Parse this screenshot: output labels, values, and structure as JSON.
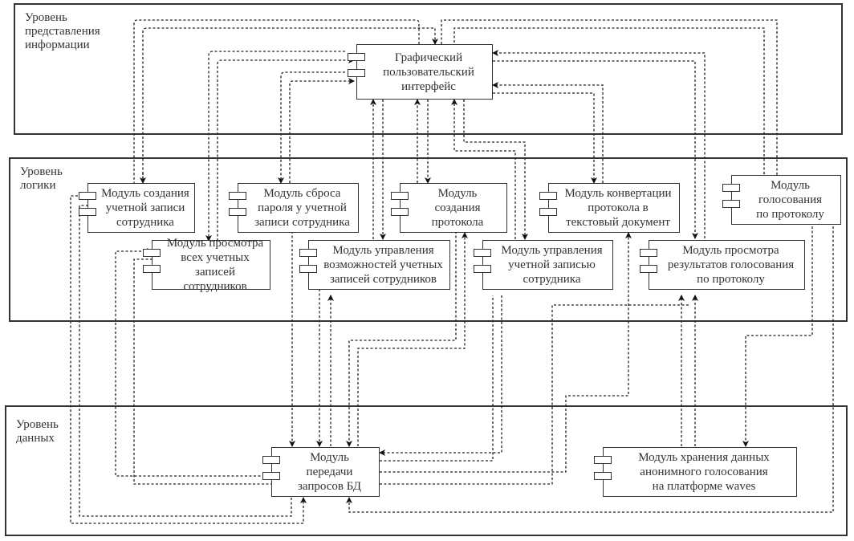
{
  "layers": [
    {
      "id": "presentation",
      "label": "Уровень\nпредставления\nинформации"
    },
    {
      "id": "logic",
      "label": "Уровень\nлогики"
    },
    {
      "id": "data",
      "label": "Уровень\nданных"
    }
  ],
  "components": {
    "gui": "Графический\nпользовательский\nинтерфейс",
    "create_account": "Модуль создания\nучетной записи\nсотрудника",
    "reset_password": "Модуль сброса\nпароля у учетной\nзаписи сотрудника",
    "create_protocol": "Модуль\nсоздания\nпротокола",
    "convert_protocol": "Модуль конвертации\nпротокола в\nтекстовый документ",
    "voting": "Модуль\nголосования\nпо протоколу",
    "view_all_accounts": "Модуль просмотра\nвсех учетных\nзаписей сотрудников",
    "manage_capabilities": "Модуль управления\nвозможностей учетных\nзаписей сотрудников",
    "manage_account": "Модуль управления\nучетной записью\nсотрудника",
    "view_results": "Модуль просмотра\nрезультатов голосования\nпо протоколу",
    "db_transfer": "Модуль\nпередачи\nзапросов БД",
    "anon_storage": "Модуль хранения данных\nанонимного голосования\nна платформе waves"
  },
  "connections": [
    {
      "from": "gui",
      "to": "create_account"
    },
    {
      "from": "create_account",
      "to": "gui"
    },
    {
      "from": "gui",
      "to": "view_all_accounts"
    },
    {
      "from": "view_all_accounts",
      "to": "gui"
    },
    {
      "from": "gui",
      "to": "reset_password"
    },
    {
      "from": "reset_password",
      "to": "gui"
    },
    {
      "from": "gui",
      "to": "create_protocol"
    },
    {
      "from": "create_protocol",
      "to": "gui"
    },
    {
      "from": "gui",
      "to": "manage_capabilities"
    },
    {
      "from": "manage_capabilities",
      "to": "gui"
    },
    {
      "from": "gui",
      "to": "manage_account"
    },
    {
      "from": "manage_account",
      "to": "gui"
    },
    {
      "from": "gui",
      "to": "convert_protocol"
    },
    {
      "from": "convert_protocol",
      "to": "gui"
    },
    {
      "from": "gui",
      "to": "view_results"
    },
    {
      "from": "view_results",
      "to": "gui"
    },
    {
      "from": "gui",
      "to": "voting"
    },
    {
      "from": "voting",
      "to": "gui"
    },
    {
      "from": "voting",
      "to": "anon_storage"
    },
    {
      "from": "anon_storage",
      "to": "view_results"
    },
    {
      "from": "create_account",
      "to": "db_transfer"
    },
    {
      "from": "db_transfer",
      "to": "create_account"
    },
    {
      "from": "view_all_accounts",
      "to": "db_transfer"
    },
    {
      "from": "db_transfer",
      "to": "view_all_accounts"
    },
    {
      "from": "reset_password",
      "to": "db_transfer"
    },
    {
      "from": "manage_capabilities",
      "to": "db_transfer"
    },
    {
      "from": "db_transfer",
      "to": "manage_capabilities"
    },
    {
      "from": "create_protocol",
      "to": "db_transfer"
    },
    {
      "from": "db_transfer",
      "to": "create_protocol"
    },
    {
      "from": "manage_account",
      "to": "db_transfer"
    },
    {
      "from": "db_transfer",
      "to": "manage_account"
    },
    {
      "from": "db_transfer",
      "to": "convert_protocol"
    },
    {
      "from": "db_transfer",
      "to": "view_results"
    },
    {
      "from": "voting",
      "to": "db_transfer"
    }
  ]
}
